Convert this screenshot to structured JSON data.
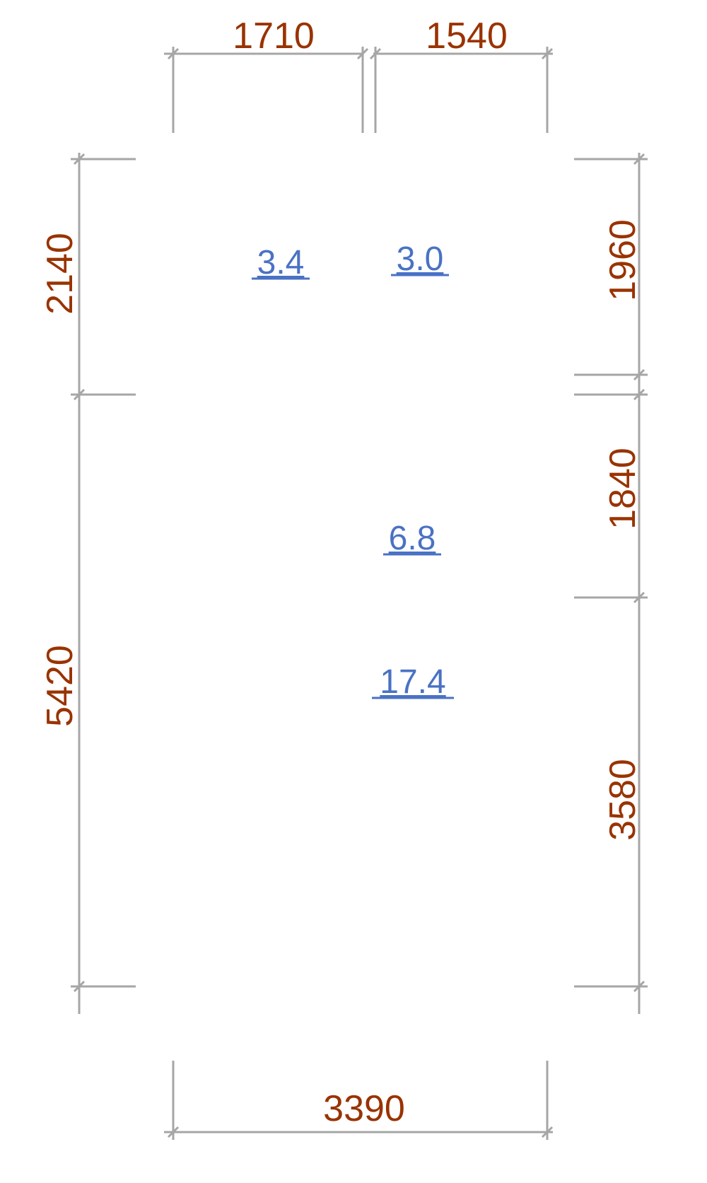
{
  "colors": {
    "dimension_text": "#993300",
    "dimension_line": "#a6a6a6",
    "area_text": "#4a72c4",
    "background": "#ffffff"
  },
  "dimensions": {
    "top_left": "1710",
    "top_right": "1540",
    "bottom": "3390",
    "left_top": "2140",
    "left_bottom": "5420",
    "right_top": "1960",
    "right_middle": "1840",
    "right_bottom": "3580"
  },
  "areas": {
    "room_a": "3.4",
    "room_b": "3.0",
    "room_c": "6.8",
    "room_d": "17.4"
  }
}
